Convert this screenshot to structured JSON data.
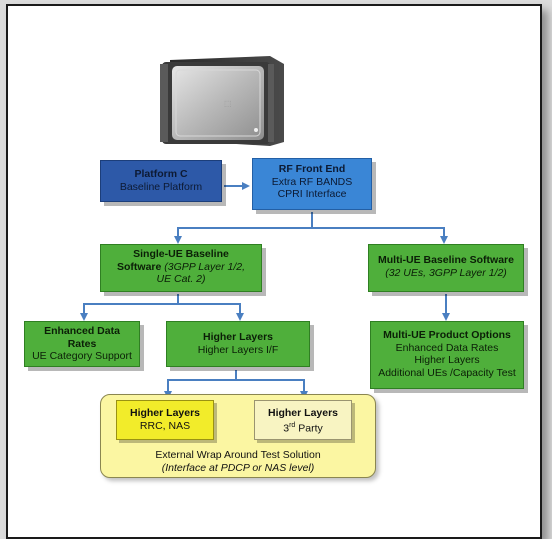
{
  "diagram": {
    "hardware": {
      "icon": "hardware-chassis-icon"
    },
    "platform_c": {
      "title": "Platform C",
      "subtitle": "Baseline Platform"
    },
    "rf_front_end": {
      "title": "RF Front End",
      "line1": "Extra RF BANDS",
      "line2": "CPRI Interface"
    },
    "single_ue": {
      "title1": "Single-UE Baseline",
      "title2": "Software",
      "note1": "(3GPP Layer 1/2,",
      "note2": "UE Cat. 2)"
    },
    "multi_ue": {
      "title": "Multi-UE Baseline Software",
      "note": "(32 UEs, 3GPP Layer 1/2)"
    },
    "enhanced": {
      "title1": "Enhanced Data",
      "title2": "Rates",
      "line": "UE Category Support"
    },
    "higher_layers": {
      "title": "Higher Layers",
      "line": "Higher Layers I/F"
    },
    "multi_ue_options": {
      "title": "Multi-UE Product Options",
      "line1": "Enhanced Data Rates",
      "line2": "Higher Layers",
      "line3": "Additional UEs /Capacity Test"
    },
    "hl_rrc": {
      "title": "Higher Layers",
      "line": "RRC, NAS"
    },
    "hl_3rd": {
      "title": "Higher Layers",
      "pre": "3",
      "sup": "rd",
      "post": " Party"
    },
    "external": {
      "line1": "External Wrap Around Test Solution",
      "line2": "(Interface at PDCP or NAS level)"
    },
    "colors": {
      "platform": "#2d59a8",
      "rf": "#3a86d6",
      "green": "#4faf3b",
      "yellow": "#f2ec2a",
      "cream": "#f8f4c2",
      "connector": "#4a7fc1"
    }
  }
}
